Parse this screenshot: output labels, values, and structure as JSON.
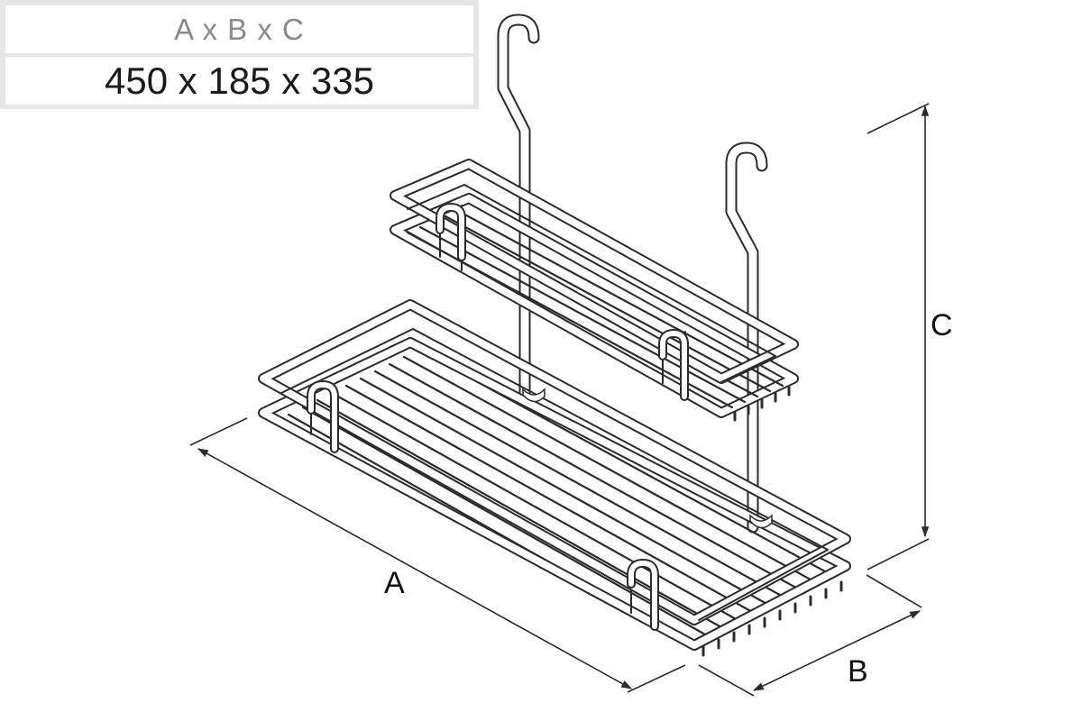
{
  "dimension_table": {
    "header": "A x B x C",
    "values": "450 x 185 x 335"
  },
  "labels": {
    "a": "A",
    "b": "B",
    "c": "C"
  },
  "colors": {
    "line": "#2b2b2b",
    "wire_fill": "#ffffff",
    "table_border": "#e6e6e6",
    "header_text": "#8a8a8a"
  }
}
